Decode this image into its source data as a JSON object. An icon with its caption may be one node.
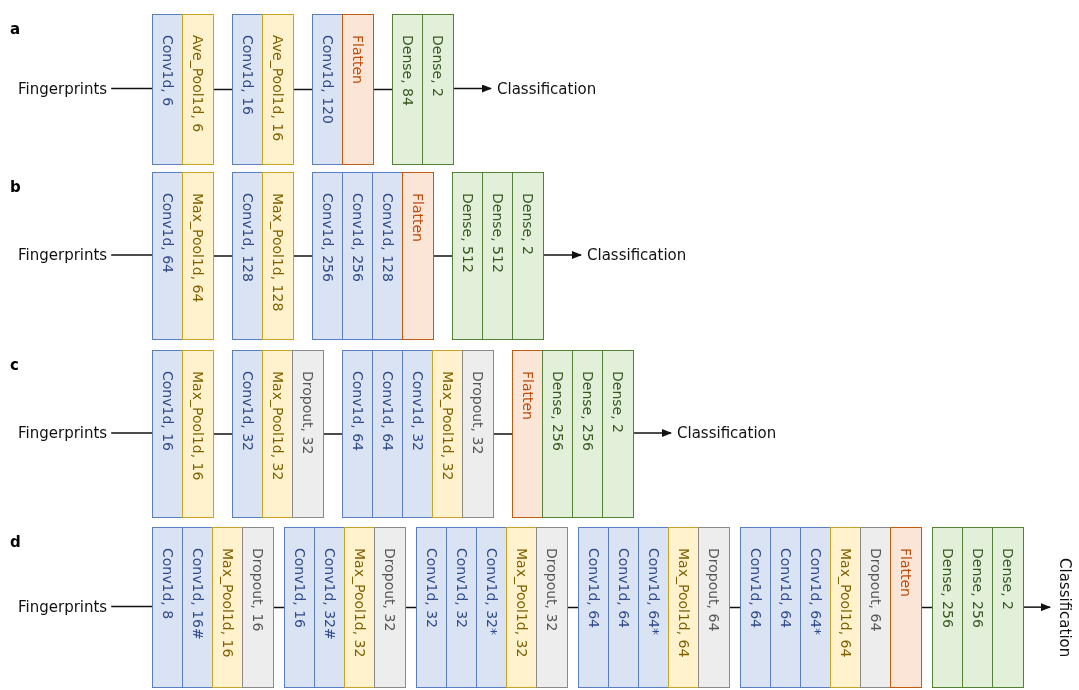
{
  "diagram": {
    "nodes": [
      {
        "text": [
          "Fingerprints"
        ]
      },
      {
        "text": [
          "Conv1d, 6"
        ]
      },
      {
        "text": [
          "Ave_Pool1d, 6"
        ]
      },
      {
        "text": [
          "Conv1d, 16"
        ]
      },
      {
        "text": [
          "Ave_Pool1d, 16"
        ]
      },
      {
        "text": [
          "Conv1d, 120"
        ]
      },
      {
        "text": [
          "Flatten"
        ]
      },
      {
        "text": [
          "Dense, 84"
        ]
      },
      {
        "text": [
          "Dense, 2"
        ]
      },
      {
        "text": [
          "Classification"
        ]
      },
      {
        "text": [
          "Fingerprints"
        ]
      },
      {
        "text": [
          "Conv1d, 64"
        ]
      },
      {
        "text": [
          "Max_Pool1d, 64"
        ]
      },
      {
        "text": [
          "Conv1d, 128"
        ]
      },
      {
        "text": [
          "Max_Pool1d, 128"
        ]
      },
      {
        "text": [
          "Conv1d, 256"
        ]
      },
      {
        "text": [
          "Conv1d, 256"
        ]
      },
      {
        "text": [
          "Conv1d, 128"
        ]
      },
      {
        "text": [
          "Flatten"
        ]
      },
      {
        "text": [
          "Dense, 512"
        ]
      },
      {
        "text": [
          "Dense, 512"
        ]
      },
      {
        "text": [
          "Dense, 2"
        ]
      },
      {
        "text": [
          "Classification"
        ]
      },
      {
        "text": [
          "Fingerprints"
        ]
      },
      {
        "text": [
          "Conv1d, 16"
        ]
      },
      {
        "text": [
          "Max_Pool1d, 16"
        ]
      },
      {
        "text": [
          "Conv1d, 32"
        ]
      },
      {
        "text": [
          "Max_Pool1d, 32"
        ]
      },
      {
        "text": [
          "Dropout, 32"
        ]
      },
      {
        "text": [
          "Conv1d, 64"
        ]
      },
      {
        "text": [
          "Conv1d, 64"
        ]
      },
      {
        "text": [
          "Conv1d, 32"
        ]
      },
      {
        "text": [
          "Max_Pool1d, 32"
        ]
      },
      {
        "text": [
          "Dropout, 32"
        ]
      },
      {
        "text": [
          "Flatten"
        ]
      },
      {
        "text": [
          "Dense, 256"
        ]
      },
      {
        "text": [
          "Dense, 256"
        ]
      },
      {
        "text": [
          "Dense, 2"
        ]
      },
      {
        "text": [
          "Classification"
        ]
      },
      {
        "text": [
          "Fingerprints"
        ]
      },
      {
        "text": [
          "Conv1d, 8"
        ]
      },
      {
        "text": [
          "Conv1d, 16#"
        ]
      },
      {
        "text": [
          "Max_Pool1d, 16"
        ]
      },
      {
        "text": [
          "Dropout, 16"
        ]
      },
      {
        "text": [
          "Conv1d, 16"
        ]
      },
      {
        "text": [
          "Conv1d, 32#"
        ]
      },
      {
        "text": [
          "Max_Pool1d, 32"
        ]
      },
      {
        "text": [
          "Dropout, 32"
        ]
      },
      {
        "text": [
          "Conv1d, 32"
        ]
      },
      {
        "text": [
          "Conv1d, 32"
        ]
      },
      {
        "text": [
          "Conv1d, 32*"
        ]
      },
      {
        "text": [
          "Max_Pool1d, 32"
        ]
      },
      {
        "text": [
          "Dropout, 32"
        ]
      },
      {
        "text": [
          "Conv1d, 64"
        ]
      },
      {
        "text": [
          "Conv1d, 64"
        ]
      },
      {
        "text": [
          "Conv1d, 64*"
        ]
      },
      {
        "text": [
          "Max_Pool1d, 64"
        ]
      },
      {
        "text": [
          "Dropout, 64"
        ]
      },
      {
        "text": [
          "Conv1d, 64"
        ]
      },
      {
        "text": [
          "Conv1d, 64"
        ]
      },
      {
        "text": [
          "Conv1d, 64*"
        ]
      },
      {
        "text": [
          "Max_Pool1d, 64"
        ]
      },
      {
        "text": [
          "Dropout, 64"
        ]
      },
      {
        "text": [
          "Flatten"
        ]
      },
      {
        "text": [
          "Dense, 256"
        ]
      },
      {
        "text": [
          "Dense, 256"
        ]
      },
      {
        "text": [
          "Dense, 2"
        ]
      },
      {
        "text": [
          "Classification"
        ]
      }
    ],
    "edges": [
      {
        "from": 0,
        "to": 1,
        "arrow": "none"
      },
      {
        "from": 2,
        "to": 3,
        "arrow": "none"
      },
      {
        "from": 4,
        "to": 5,
        "arrow": "none"
      },
      {
        "from": 6,
        "to": 7,
        "arrow": "none"
      },
      {
        "from": 8,
        "to": 9,
        "arrow": "to"
      },
      {
        "from": 10,
        "to": 11,
        "arrow": "none"
      },
      {
        "from": 12,
        "to": 13,
        "arrow": "none"
      },
      {
        "from": 14,
        "to": 15,
        "arrow": "none"
      },
      {
        "from": 18,
        "to": 19,
        "arrow": "none"
      },
      {
        "from": 21,
        "to": 22,
        "arrow": "to"
      },
      {
        "from": 23,
        "to": 24,
        "arrow": "none"
      },
      {
        "from": 25,
        "to": 26,
        "arrow": "none"
      },
      {
        "from": 28,
        "to": 29,
        "arrow": "none"
      },
      {
        "from": 33,
        "to": 34,
        "arrow": "none"
      },
      {
        "from": 37,
        "to": 38,
        "arrow": "to"
      },
      {
        "from": 39,
        "to": 40,
        "arrow": "none"
      },
      {
        "from": 43,
        "to": 44,
        "arrow": "none"
      },
      {
        "from": 47,
        "to": 48,
        "arrow": "none"
      },
      {
        "from": 52,
        "to": 53,
        "arrow": "none"
      },
      {
        "from": 57,
        "to": 58,
        "arrow": "none"
      },
      {
        "from": 63,
        "to": 64,
        "arrow": "none"
      },
      {
        "from": 66,
        "to": 67,
        "arrow": "to"
      }
    ],
    "labels": [
      "a",
      "b",
      "c",
      "d"
    ]
  }
}
